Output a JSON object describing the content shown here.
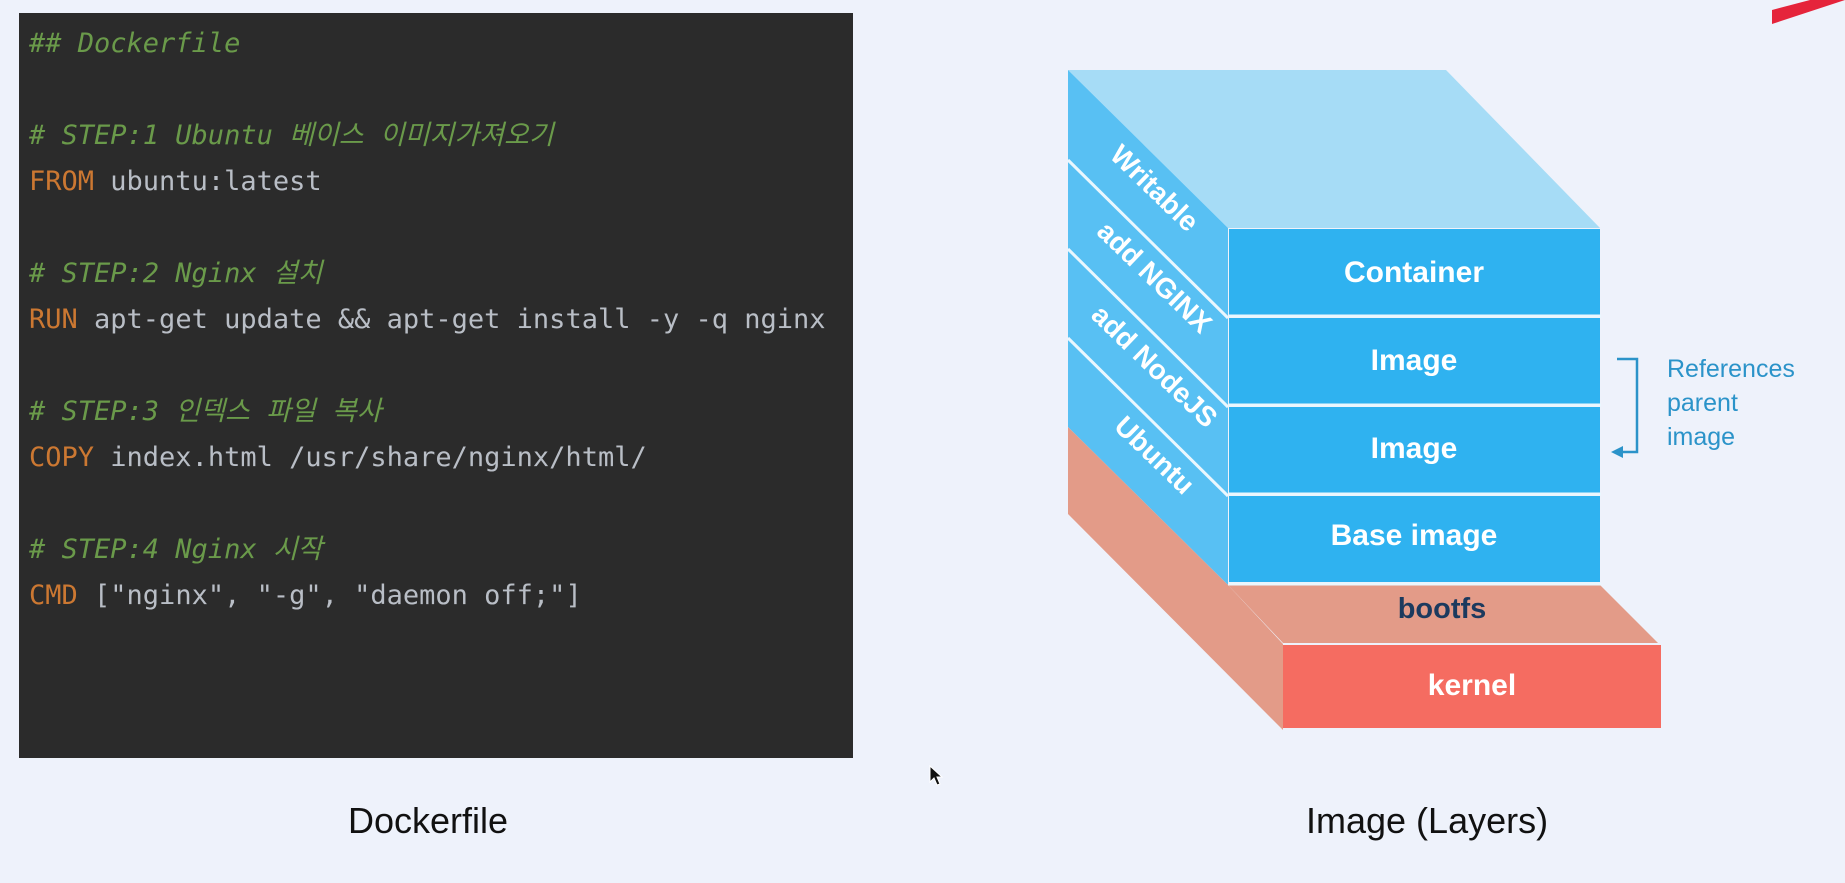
{
  "code": {
    "lines": [
      {
        "parts": [
          {
            "t": "## Dockerfile",
            "c": "comment"
          }
        ]
      },
      {
        "parts": []
      },
      {
        "parts": [
          {
            "t": "# STEP:1 Ubuntu 베이스 이미지가져오기",
            "c": "comment"
          }
        ]
      },
      {
        "parts": [
          {
            "t": "FROM",
            "c": "kw"
          },
          {
            "t": " ubuntu:latest",
            "c": "code-rest"
          }
        ]
      },
      {
        "parts": []
      },
      {
        "parts": [
          {
            "t": "# STEP:2 Nginx 설치",
            "c": "comment"
          }
        ]
      },
      {
        "parts": [
          {
            "t": "RUN",
            "c": "kw"
          },
          {
            "t": " apt-get update && apt-get install -y -q nginx",
            "c": "code-rest"
          }
        ]
      },
      {
        "parts": []
      },
      {
        "parts": [
          {
            "t": "# STEP:3 인덱스 파일 복사",
            "c": "comment"
          }
        ]
      },
      {
        "parts": [
          {
            "t": "COPY",
            "c": "kw"
          },
          {
            "t": " index.html /usr/share/nginx/html/",
            "c": "code-rest"
          }
        ]
      },
      {
        "parts": []
      },
      {
        "parts": [
          {
            "t": "# STEP:4 Nginx 시작",
            "c": "comment"
          }
        ]
      },
      {
        "parts": [
          {
            "t": "CMD",
            "c": "kw"
          },
          {
            "t": " [\"nginx\", \"-g\", \"daemon off;\"]",
            "c": "code-rest"
          }
        ]
      }
    ]
  },
  "captions": {
    "left": "Dockerfile",
    "right": "Image (Layers)"
  },
  "diagram": {
    "front_layers": {
      "container": "Container",
      "image1": "Image",
      "image2": "Image",
      "base": "Base image"
    },
    "side_layers": {
      "writable": "Writable",
      "nginx": "add NGINX",
      "nodejs": "add NodeJS",
      "ubuntu": "Ubuntu"
    },
    "bootfs": "bootfs",
    "kernel": "kernel",
    "reference_note": [
      "References",
      "parent",
      "image"
    ]
  },
  "colors": {
    "code_bg": "#2b2b2b",
    "comment": "#6a9a4a",
    "keyword": "#cc7832",
    "layer_blue": "#2fb2f0",
    "top_face": "#a6dcf6",
    "bootfs": "#e39b88",
    "kernel": "#f56c61",
    "page_bg": "#eef2fb"
  }
}
